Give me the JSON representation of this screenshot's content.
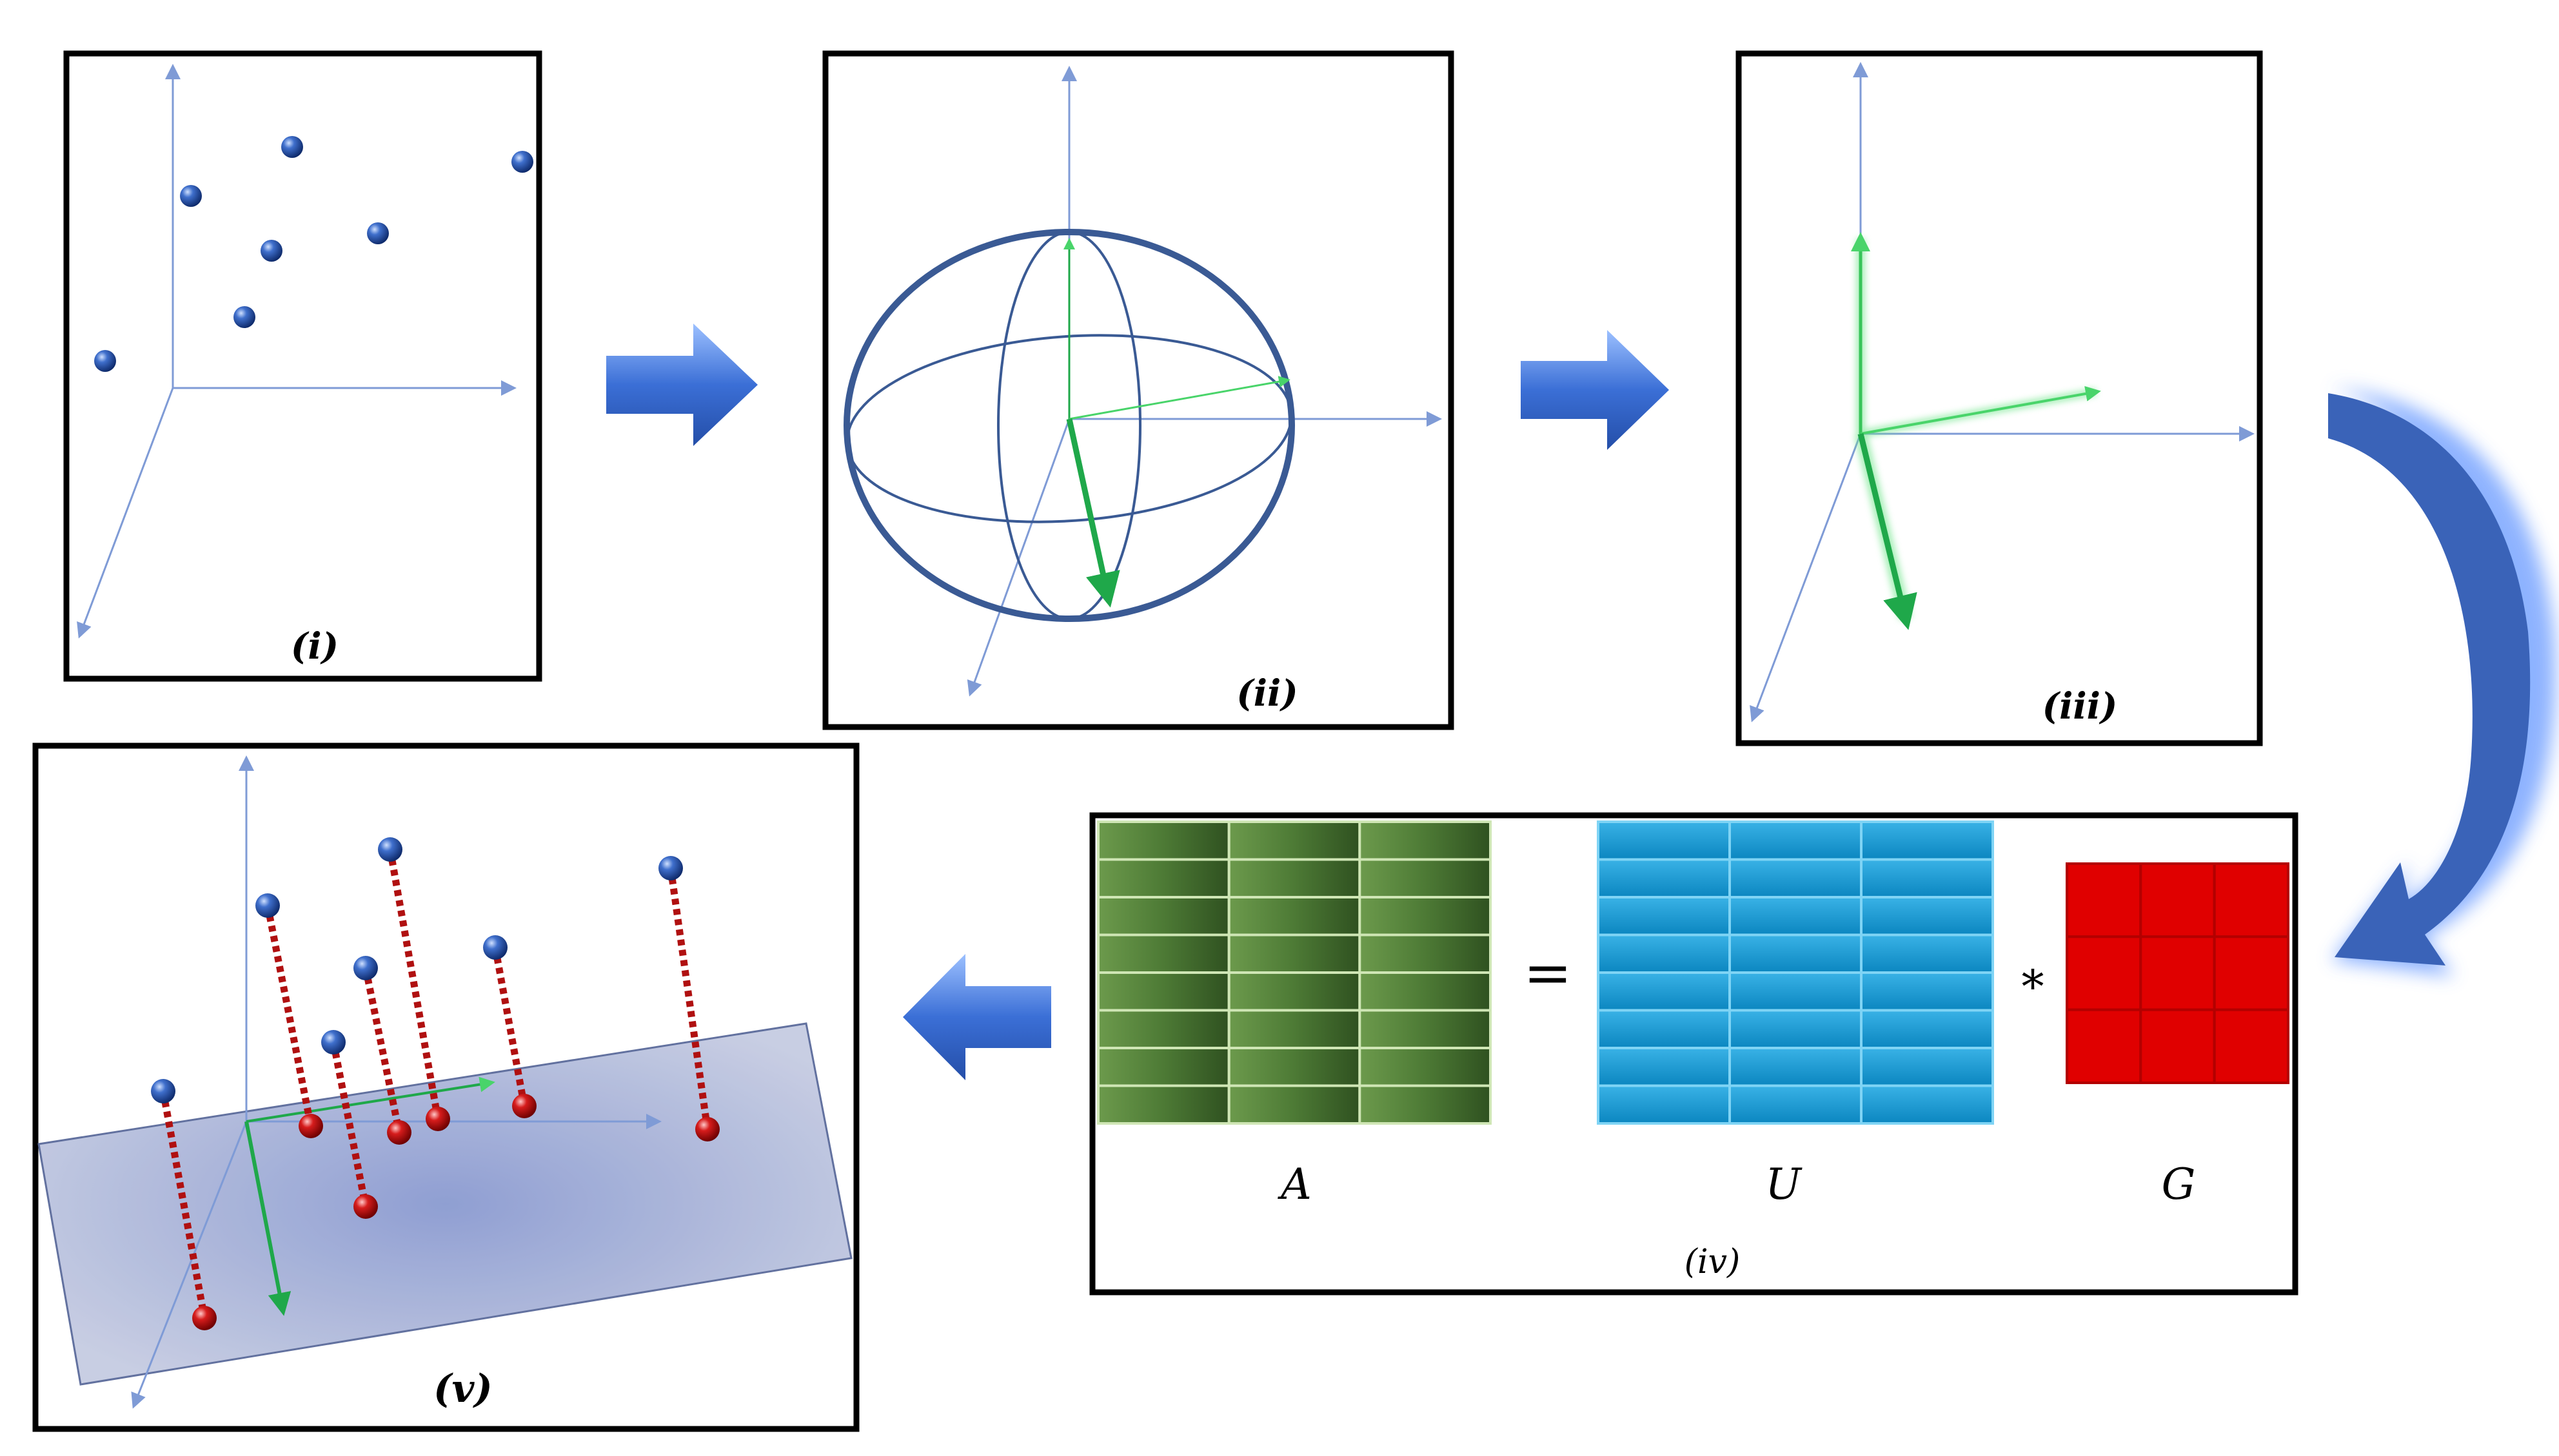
{
  "panels": {
    "i": {
      "label": "(i)"
    },
    "ii": {
      "label": "(ii)"
    },
    "iii": {
      "label": "(iii)"
    },
    "iv": {
      "label": "(iv)",
      "equals": "=",
      "times": "*",
      "matrix_a": "A",
      "matrix_u": "U",
      "matrix_g": "G"
    },
    "v": {
      "label": "(v)"
    }
  },
  "colors": {
    "axis": "#7f9bd6",
    "point": "#2d56b0",
    "projected_point": "#d41414",
    "eigenvector": "#1fa84a",
    "ellipsoid": "#3a5a94",
    "matrix_a": "#4d7a35",
    "matrix_u": "#0e97d2",
    "matrix_g": "#e00000",
    "arrow": "#3f73d9",
    "plane": "#b9c1dc"
  },
  "icons": [
    "blue-arrow-right-icon",
    "curved-arrow-down-icon",
    "blue-arrow-left-icon"
  ]
}
